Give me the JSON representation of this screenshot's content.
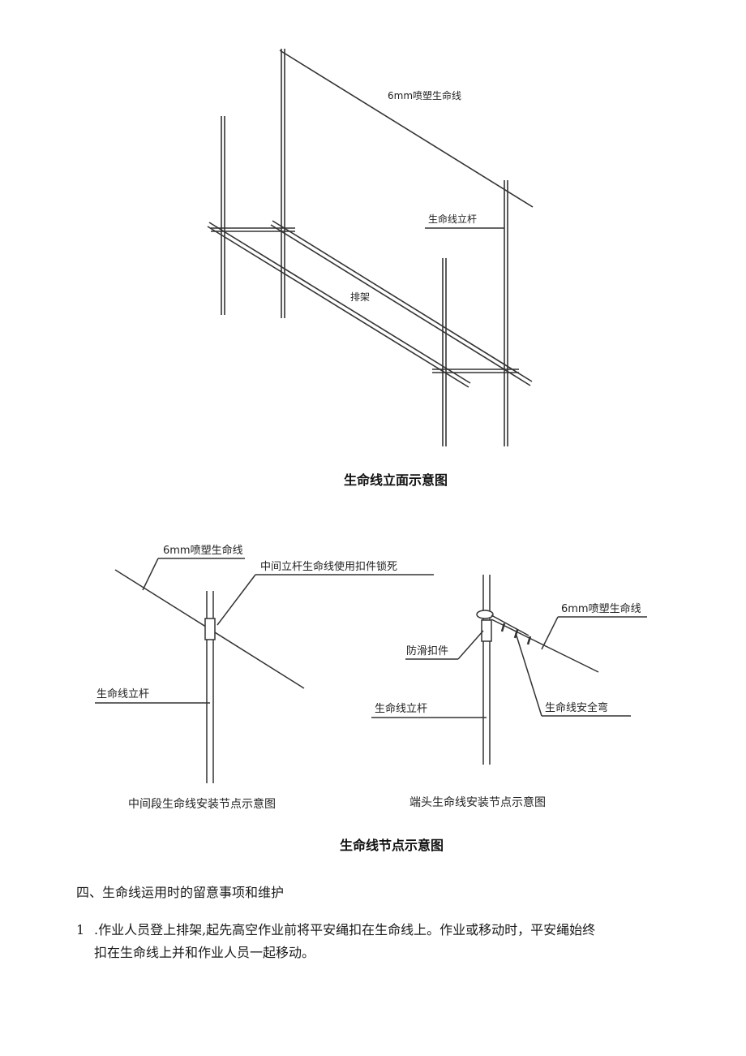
{
  "figure1": {
    "label_lifeline": "6mm喷塑生命线",
    "label_post": "生命线立杆",
    "label_scaffold": "排架",
    "caption": "生命线立面示意图"
  },
  "figure2": {
    "left": {
      "label_lifeline": "6mm喷塑生命线",
      "label_clamp": "中间立杆生命线使用扣件锁死",
      "label_post": "生命线立杆",
      "caption": "中间段生命线安装节点示意图"
    },
    "right": {
      "label_lifeline": "6mm喷塑生命线",
      "label_antislip": "防滑扣件",
      "label_post": "生命线立杆",
      "label_bend": "生命线安全弯",
      "caption": "端头生命线安装节点示意图"
    },
    "caption": "生命线节点示意图"
  },
  "section": {
    "heading": "四、生命线运用时的留意事项和维护",
    "item1_number": "1",
    "item1_line1": ".作业人员登上排架,起先高空作业前将平安绳扣在生命线上。作业或移动时，平安绳始终",
    "item1_line2": "扣在生命线上并和作业人员一起移动。"
  }
}
